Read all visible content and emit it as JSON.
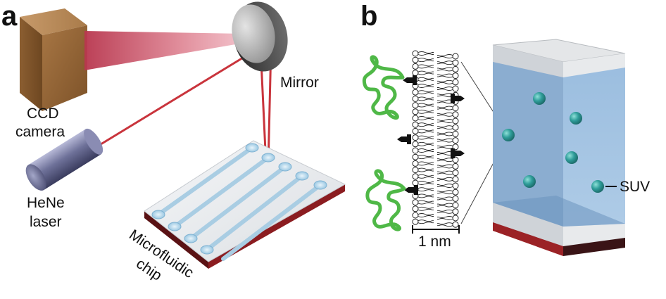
{
  "panels": {
    "a": {
      "label": "a",
      "components": {
        "camera_line1": "CCD",
        "camera_line2": "camera",
        "laser_line1": "HeNe",
        "laser_line2": "laser",
        "mirror": "Mirror",
        "chip_line1": "Microfluidic",
        "chip_line2": "chip"
      }
    },
    "b": {
      "label": "b",
      "scale_bar": "1 nm",
      "vesicle": "SUV"
    }
  },
  "colors": {
    "camera": "#9a6a3c",
    "laser_body": "#5a5c86",
    "beam": "#c9343c",
    "channel": "#a9cde3",
    "chip_base": "#7a1a1e",
    "protein": "#4fb847",
    "suv": "#2f9d9a",
    "chamber": "#8fb9dd"
  }
}
